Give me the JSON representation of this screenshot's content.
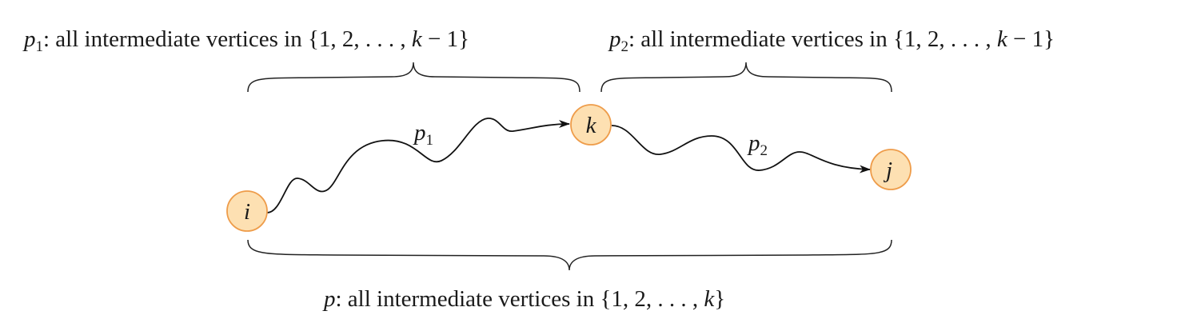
{
  "labels": {
    "p1_top": {
      "var": "p",
      "sub": "1",
      "text": ": all intermediate vertices in {1, 2, . . . , ",
      "k": "k",
      "tail": " − 1}"
    },
    "p2_top": {
      "var": "p",
      "sub": "2",
      "text": ": all intermediate vertices in {1, 2, . . . , ",
      "k": "k",
      "tail": " − 1}"
    },
    "p_bottom": {
      "var": "p",
      "text": ": all intermediate vertices in {1, 2, . . . , ",
      "k": "k",
      "tail": "}"
    }
  },
  "nodes": {
    "i": "i",
    "k": "k",
    "j": "j"
  },
  "edges": {
    "p1": {
      "var": "p",
      "sub": "1"
    },
    "p2": {
      "var": "p",
      "sub": "2"
    }
  },
  "colors": {
    "node_fill": "#fde0b2",
    "node_stroke": "#ee9c4a"
  }
}
